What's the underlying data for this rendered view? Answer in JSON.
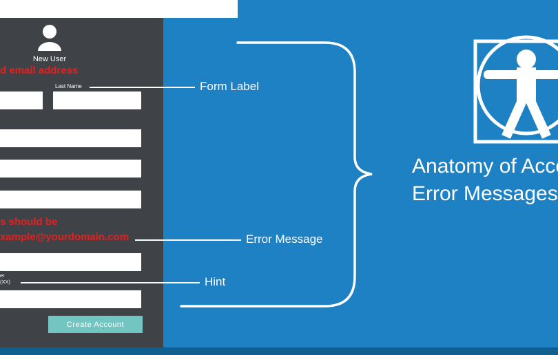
{
  "colors": {
    "background": "#1e81c4",
    "footer_bar": "#10608f",
    "panel": "#3f4347",
    "error_text": "#e2201f",
    "button": "#72c5c0",
    "text": "#ffffff"
  },
  "form": {
    "new_user": "New User",
    "top_error": "d email address",
    "last_name_label": "Last Name",
    "email_error_line1": "s should be",
    "email_error_line2": "xample@yourdomain.com",
    "hint_line1": "er",
    "hint_line2": "(XX)",
    "create_account": "Create Account"
  },
  "callouts": {
    "form_label": "Form Label",
    "error_message": "Error Message",
    "hint": "Hint"
  },
  "heading": {
    "line1": "Anatomy of Acce",
    "line2": "Error Messages"
  },
  "icons": {
    "form_avatar": "user-icon",
    "figure": "vitruvian-man-icon"
  }
}
